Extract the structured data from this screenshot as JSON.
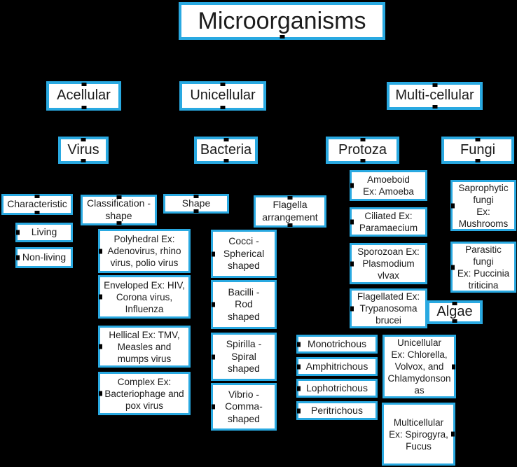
{
  "colors": {
    "background": "#000000",
    "box_border": "#29A9E1",
    "box_fill": "#FFFFFF",
    "text": "#1C1C1C"
  },
  "diagram": {
    "title": "Microorganisms",
    "acellular": {
      "label": "Acellular",
      "virus": {
        "label": "Virus",
        "characteristic": {
          "label": "Characteristic",
          "living": "Living",
          "non_living": "Non-living"
        },
        "classification": {
          "label": "Classification -\nshape",
          "polyhedral": "Polyhedral Ex:\nAdenovirus, rhino\nvirus, polio virus",
          "enveloped": "Enveloped Ex: HIV,\nCorona virus,\nInfluenza",
          "hellical": "Hellical Ex: TMV,\nMeasles and\nmumps virus",
          "complex": "Complex Ex:\nBacteriophage and\npox virus"
        }
      }
    },
    "unicellular": {
      "label": "Unicellular",
      "bacteria": {
        "label": "Bacteria",
        "shape": {
          "label": "Shape",
          "cocci": "Cocci -\nSpherical\nshaped",
          "bacilli": "Bacilli -\nRod\nshaped",
          "spirilla": "Spirilla -\nSpiral\nshaped",
          "vibrio": "Vibrio -\nComma-\nshaped"
        },
        "flagella": {
          "label": "Flagella\narrangement",
          "monotrichous": "Monotrichous",
          "amphitrichous": "Amphitrichous",
          "lophotrichous": "Lophotrichous",
          "peritrichous": "Peritrichous"
        }
      }
    },
    "multicellular": {
      "label": "Multi-cellular",
      "protoza": {
        "label": "Protoza",
        "amoeboid": "Amoeboid\nEx: Amoeba",
        "ciliated": "Ciliated Ex:\nParamaecium",
        "sporozoan": "Sporozoan Ex:\nPlasmodium\nvlvax",
        "flagellated": "Flagellated Ex:\nTrypanosoma\nbrucei"
      },
      "fungi": {
        "label": "Fungi",
        "saprophytic": "Saprophytic\nfungi\nEx:\nMushrooms",
        "parasitic": "Parasitic\nfungi\nEx: Puccinia\ntriticina"
      },
      "algae": {
        "label": "Algae",
        "unicellular_ex": "Unicellular\nEx: Chlorella,\nVolvox, and\nChlamydonson\nas",
        "multicellular_ex": "Multicellular\nEx: Spirogyra,\nFucus"
      }
    }
  }
}
